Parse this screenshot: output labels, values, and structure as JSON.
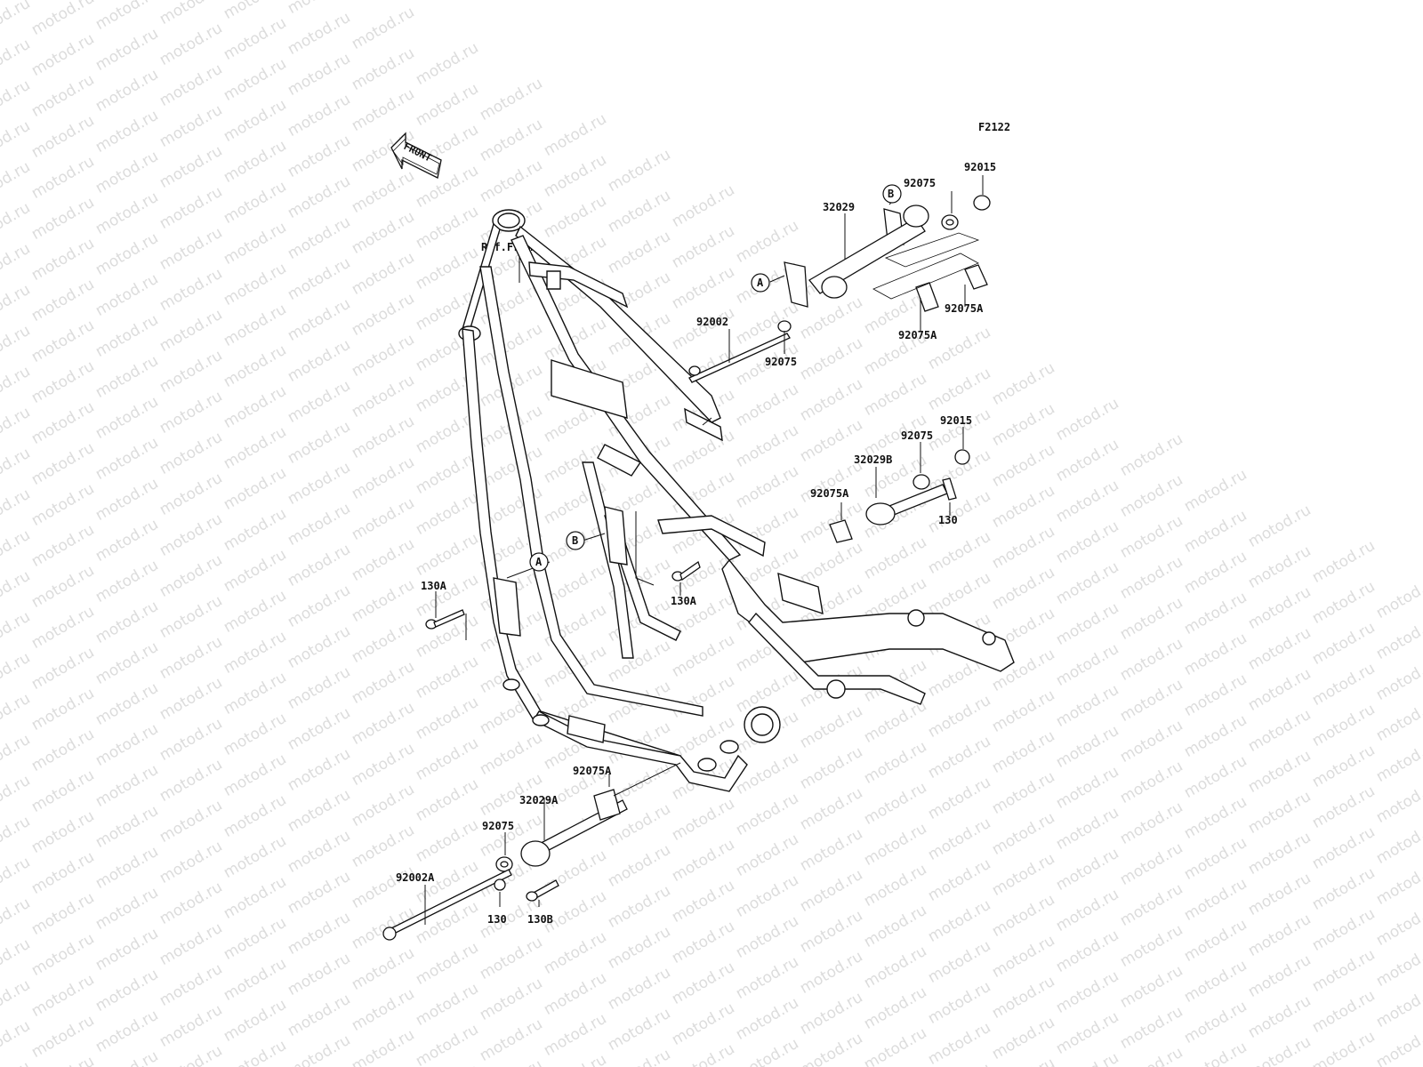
{
  "figure_code": "F2122",
  "front_arrow_label": "FRONT",
  "watermark_text": "motod.ru",
  "frame_label": "Ref.Frame",
  "callouts": {
    "p92015_top": "92015",
    "p92075_top": "92075",
    "b_top": "B",
    "p32029": "32029",
    "a_top": "A",
    "p92075A_r1": "92075A",
    "p92075A_r2": "92075A",
    "p92002": "92002",
    "p92075_mid": "92075",
    "p92015_mid": "92015",
    "p92075_mid2": "92075",
    "p32029B": "32029B",
    "p92075A_mid": "92075A",
    "p130_mid": "130",
    "b_frame": "B",
    "a_frame": "A",
    "p130A_left": "130A",
    "p130A_center": "130A",
    "p92075A_low": "92075A",
    "p32029A": "32029A",
    "p92075_low": "92075",
    "p92002A": "92002A",
    "p130_low": "130",
    "p130B": "130B"
  }
}
